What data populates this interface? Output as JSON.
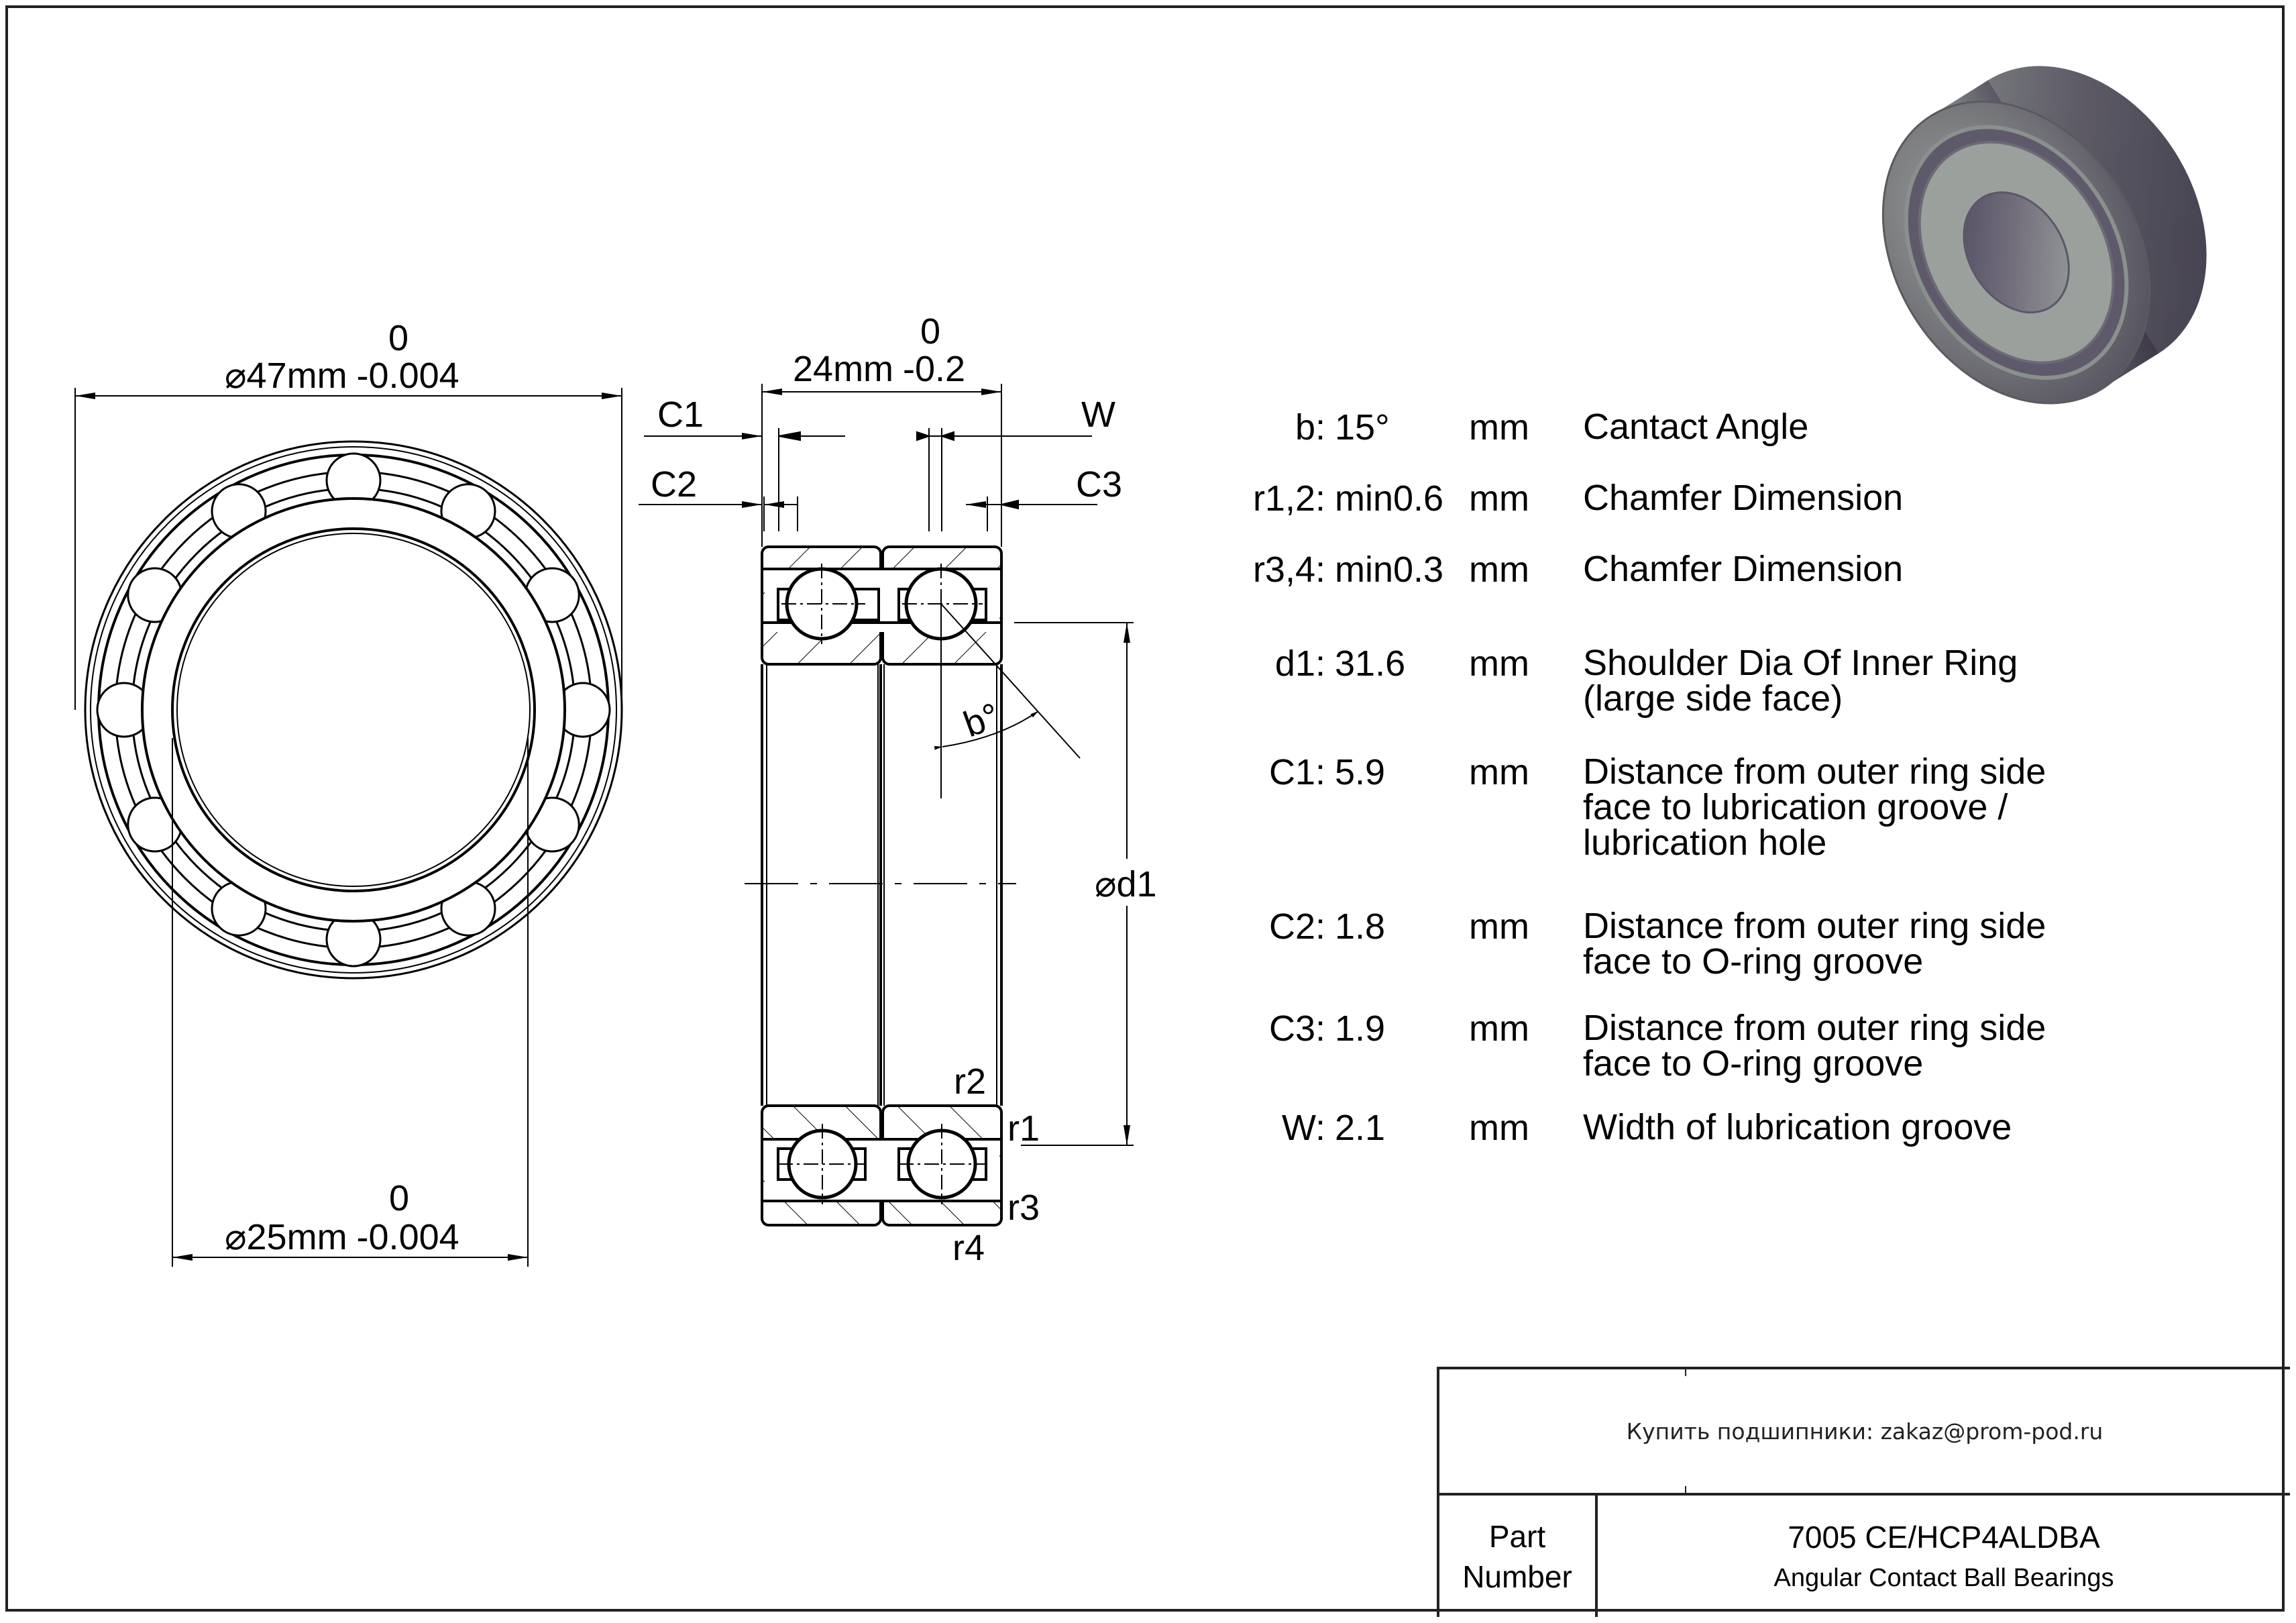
{
  "drawing": {
    "front_view": {
      "outer_diameter": {
        "symbol": "⌀",
        "value": "47mm",
        "upper_tol": "0",
        "lower_tol": "-0.004"
      },
      "inner_diameter": {
        "symbol": "⌀",
        "value": "25mm",
        "upper_tol": "0",
        "lower_tol": "-0.004"
      }
    },
    "section_view": {
      "width": {
        "value": "24mm",
        "upper_tol": "0",
        "lower_tol": "-0.2"
      },
      "labels": {
        "c1": "C1",
        "c2": "C2",
        "c3": "C3",
        "w": "W",
        "angle": "b°",
        "d1": "d1",
        "d1_symbol": "⌀",
        "r1": "r1",
        "r2": "r2",
        "r3": "r3",
        "r4": "r4"
      }
    },
    "iso_view": {
      "description": "3D render of angular contact ball bearing"
    }
  },
  "specs": [
    {
      "key": "b:",
      "value": "15°",
      "unit": "mm",
      "description": "Cantact Angle"
    },
    {
      "key": "r1,2:",
      "value": "min0.6",
      "unit": "mm",
      "description": "Chamfer Dimension"
    },
    {
      "key": "r3,4:",
      "value": "min0.3",
      "unit": "mm",
      "description": "Chamfer Dimension"
    },
    {
      "key": "d1:",
      "value": "31.6",
      "unit": "mm",
      "description": "Shoulder Dia Of Inner Ring\n(large side face)"
    },
    {
      "key": "C1:",
      "value": "5.9",
      "unit": "mm",
      "description": "Distance from outer ring side\nface to lubrication groove /\nlubrication hole"
    },
    {
      "key": "C2:",
      "value": "1.8",
      "unit": "mm",
      "description": "Distance from outer ring side\nface to O-ring groove"
    },
    {
      "key": "C3:",
      "value": "1.9",
      "unit": "mm",
      "description": "Distance from outer ring side\nface to O-ring groove"
    },
    {
      "key": "W:",
      "value": "2.1",
      "unit": "mm",
      "description": "Width of lubrication groove"
    }
  ],
  "title_block": {
    "contact": "Купить подшипники: zakaz@prom-pod.ru",
    "label_line1": "Part",
    "label_line2": "Number",
    "part_number": "7005 CE/HCP4ALDBA",
    "part_type": "Angular Contact Ball Bearings"
  },
  "colors": {
    "line": "#000000",
    "frame": "#222222",
    "background": "#ffffff"
  }
}
